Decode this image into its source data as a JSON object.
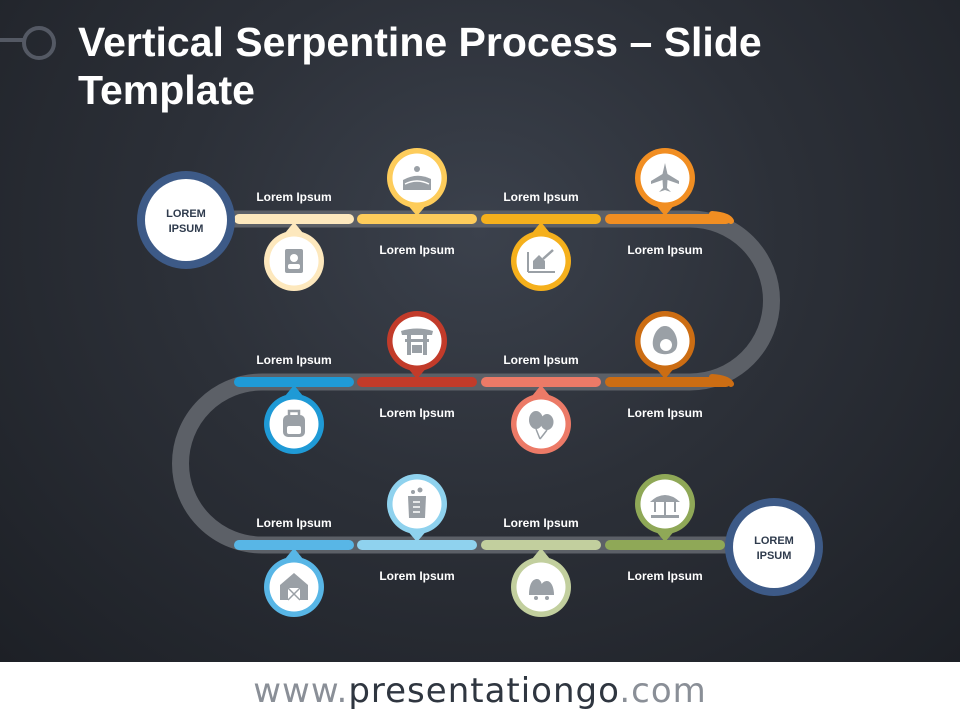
{
  "title": "Vertical Serpentine Process – Slide Template",
  "start_label": "LOREM IPSUM",
  "end_label": "LOREM IPSUM",
  "colors": {
    "track": "#5c6067",
    "node_ring": "#3d5a87",
    "node_fill": "#ffffff",
    "node_text": "#2f3b4d"
  },
  "rows": [
    {
      "segments": [
        {
          "label": "Lorem Ipsum",
          "color": "#fde8bd",
          "icon": "contact-book-icon",
          "pin": "below"
        },
        {
          "label": "Lorem Ipsum",
          "color": "#fdcc5b",
          "icon": "landscape-farm-icon",
          "pin": "above"
        },
        {
          "label": "Lorem Ipsum",
          "color": "#f5b01c",
          "icon": "house-chart-icon",
          "pin": "below"
        },
        {
          "label": "Lorem Ipsum",
          "color": "#f18e22",
          "icon": "airplane-icon",
          "pin": "above"
        }
      ]
    },
    {
      "segments": [
        {
          "label": "Lorem Ipsum",
          "color": "#1f9ad6",
          "icon": "backpack-icon",
          "pin": "below"
        },
        {
          "label": "Lorem Ipsum",
          "color": "#c23b2a",
          "icon": "torii-gate-icon",
          "pin": "above"
        },
        {
          "label": "Lorem Ipsum",
          "color": "#ec7a67",
          "icon": "balloons-icon",
          "pin": "below"
        },
        {
          "label": "Lorem Ipsum",
          "color": "#cc6d13",
          "icon": "avocado-icon",
          "pin": "above"
        }
      ]
    },
    {
      "segments": [
        {
          "label": "Lorem Ipsum",
          "color": "#58b6e6",
          "icon": "barn-icon",
          "pin": "below"
        },
        {
          "label": "Lorem Ipsum",
          "color": "#8fd2ee",
          "icon": "beaker-icon",
          "pin": "above"
        },
        {
          "label": "Lorem Ipsum",
          "color": "#c2cf9e",
          "icon": "bells-icon",
          "pin": "below"
        },
        {
          "label": "Lorem Ipsum",
          "color": "#8fa857",
          "icon": "carousel-icon",
          "pin": "above"
        }
      ]
    }
  ],
  "footer": {
    "prefix": "www.",
    "brand": "presentationgo",
    "suffix": ".com"
  }
}
